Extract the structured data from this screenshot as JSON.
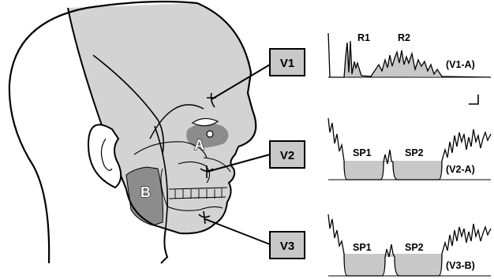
{
  "labels": {
    "nerves": [
      "V1",
      "V2",
      "V3"
    ],
    "points": [
      "A",
      "B"
    ]
  },
  "traces": [
    {
      "name": "(V1-A)",
      "components": [
        "R1",
        "R2"
      ]
    },
    {
      "name": "(V2-A)",
      "components": [
        "SP1",
        "SP2"
      ]
    },
    {
      "name": "(V3-B)",
      "components": [
        "SP1",
        "SP2"
      ]
    }
  ],
  "colors": {
    "outline": "#000000",
    "shade_light": "#d2d2d2",
    "shade_dark": "#8a8a8a",
    "label_box": "#c8c8c8"
  }
}
